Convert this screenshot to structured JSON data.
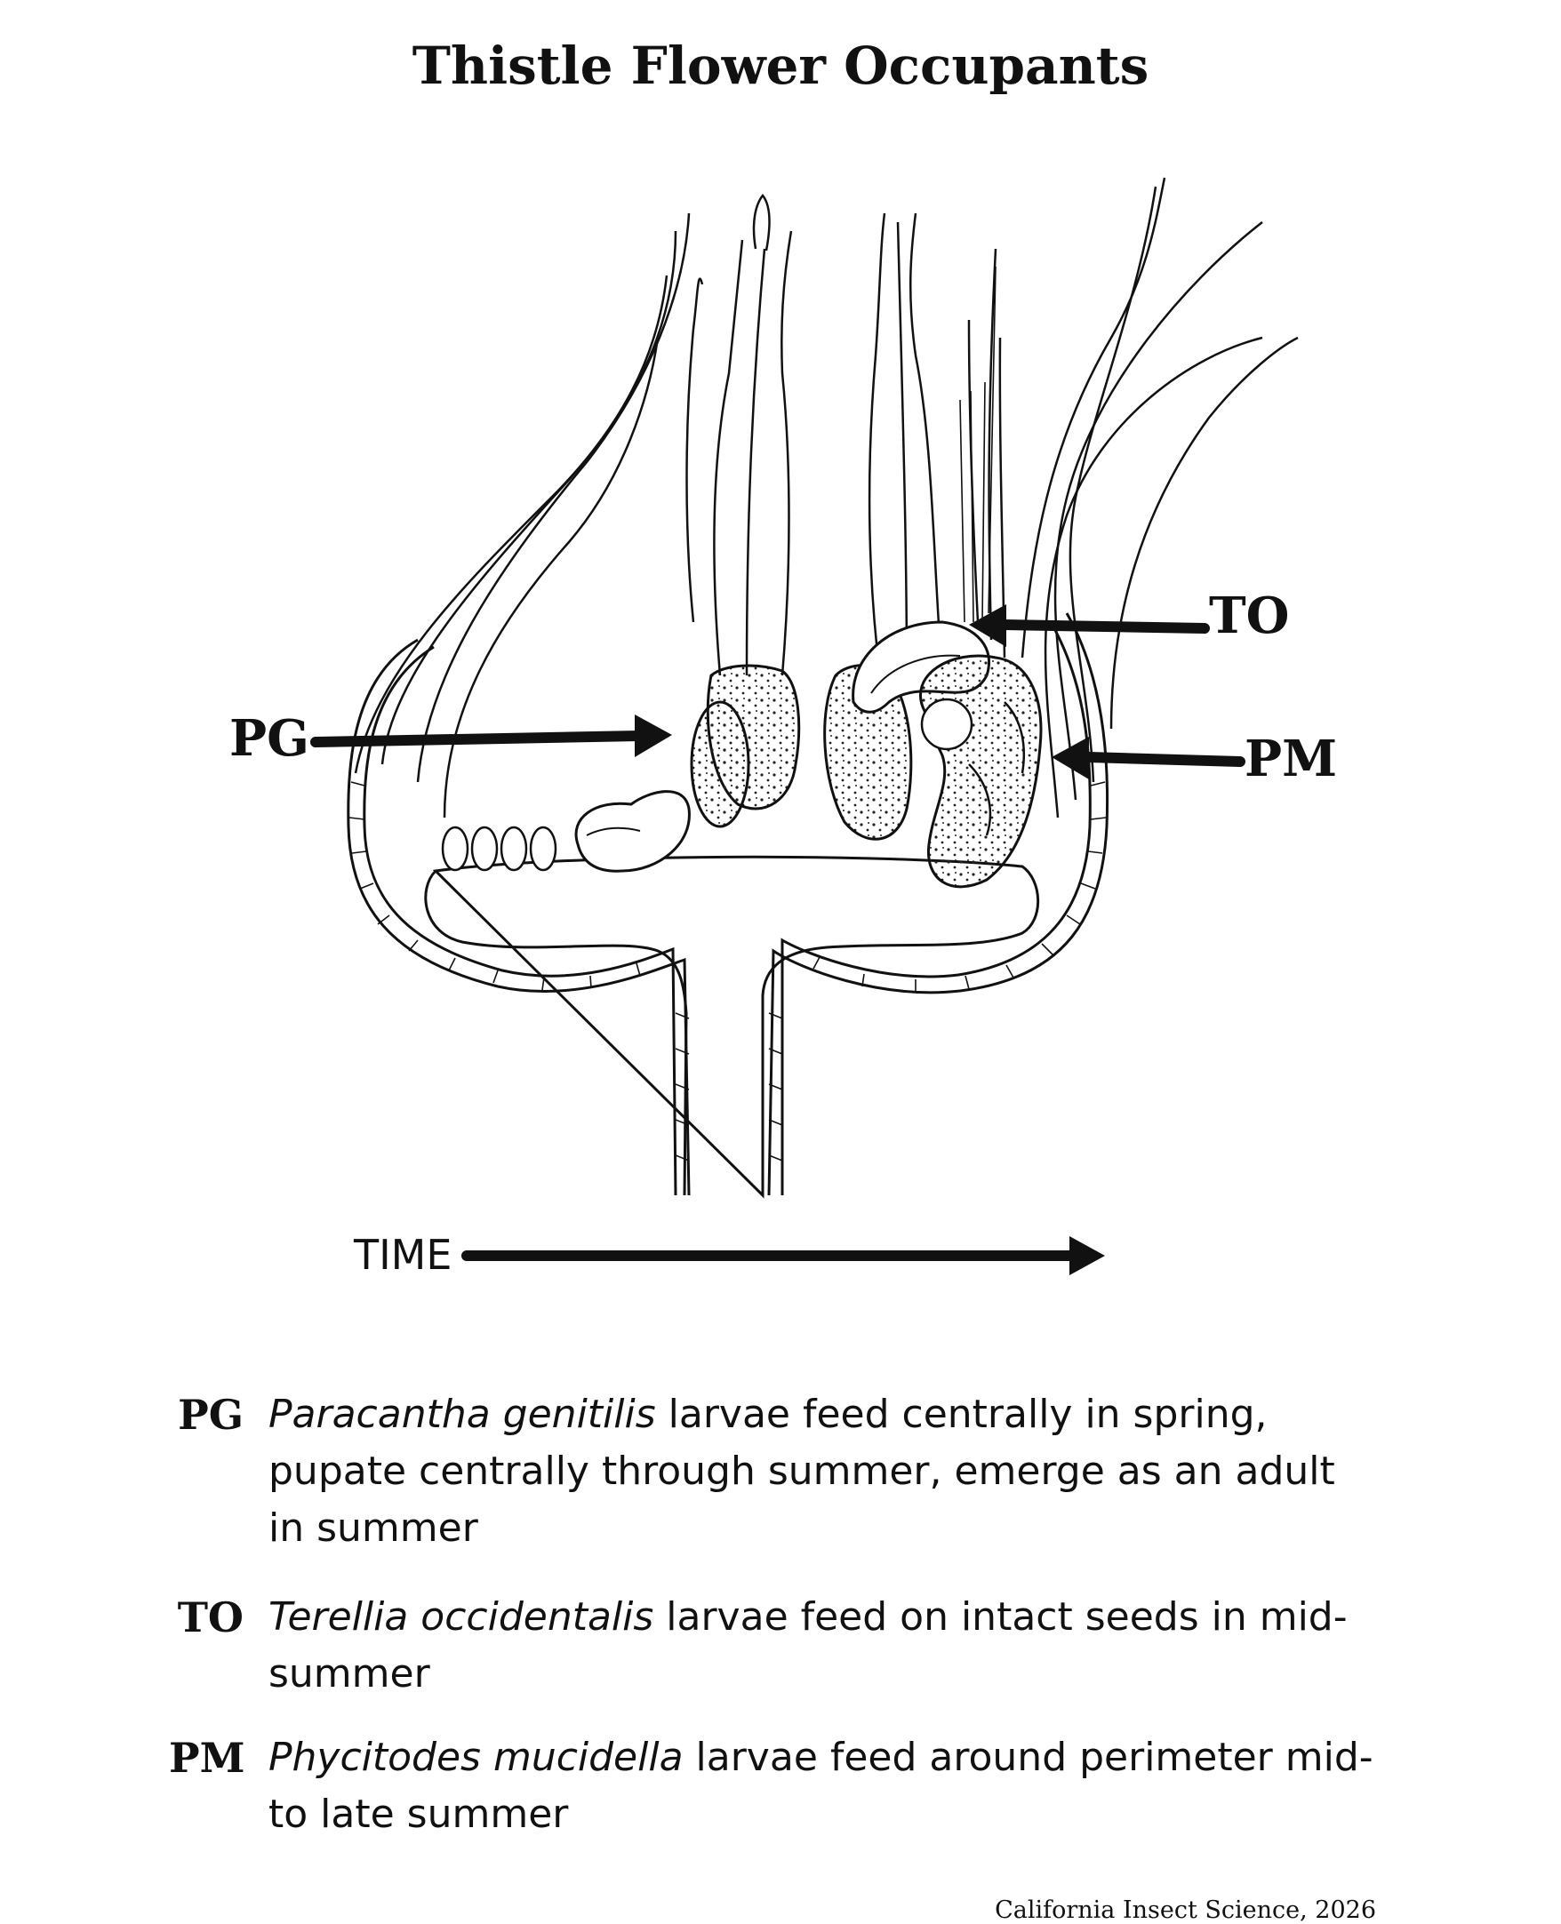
{
  "title": "Thistle Flower Occupants",
  "labels": {
    "pg": "PG",
    "to": "TO",
    "pm": "PM",
    "time": "TIME"
  },
  "legend": [
    {
      "code": "PG",
      "species": "Paracantha genitilis",
      "text": " larvae feed centrally in spring, pupate centrally through summer, emerge as an adult in summer"
    },
    {
      "code": "TO",
      "species": "Terellia occidentalis",
      "text": " larvae feed on intact seeds in mid-summer"
    },
    {
      "code": "PM",
      "species": "Phycitodes mucidella",
      "text": " larvae feed around perimeter mid- to late summer"
    }
  ],
  "credit": "California Insect Science, 2026"
}
